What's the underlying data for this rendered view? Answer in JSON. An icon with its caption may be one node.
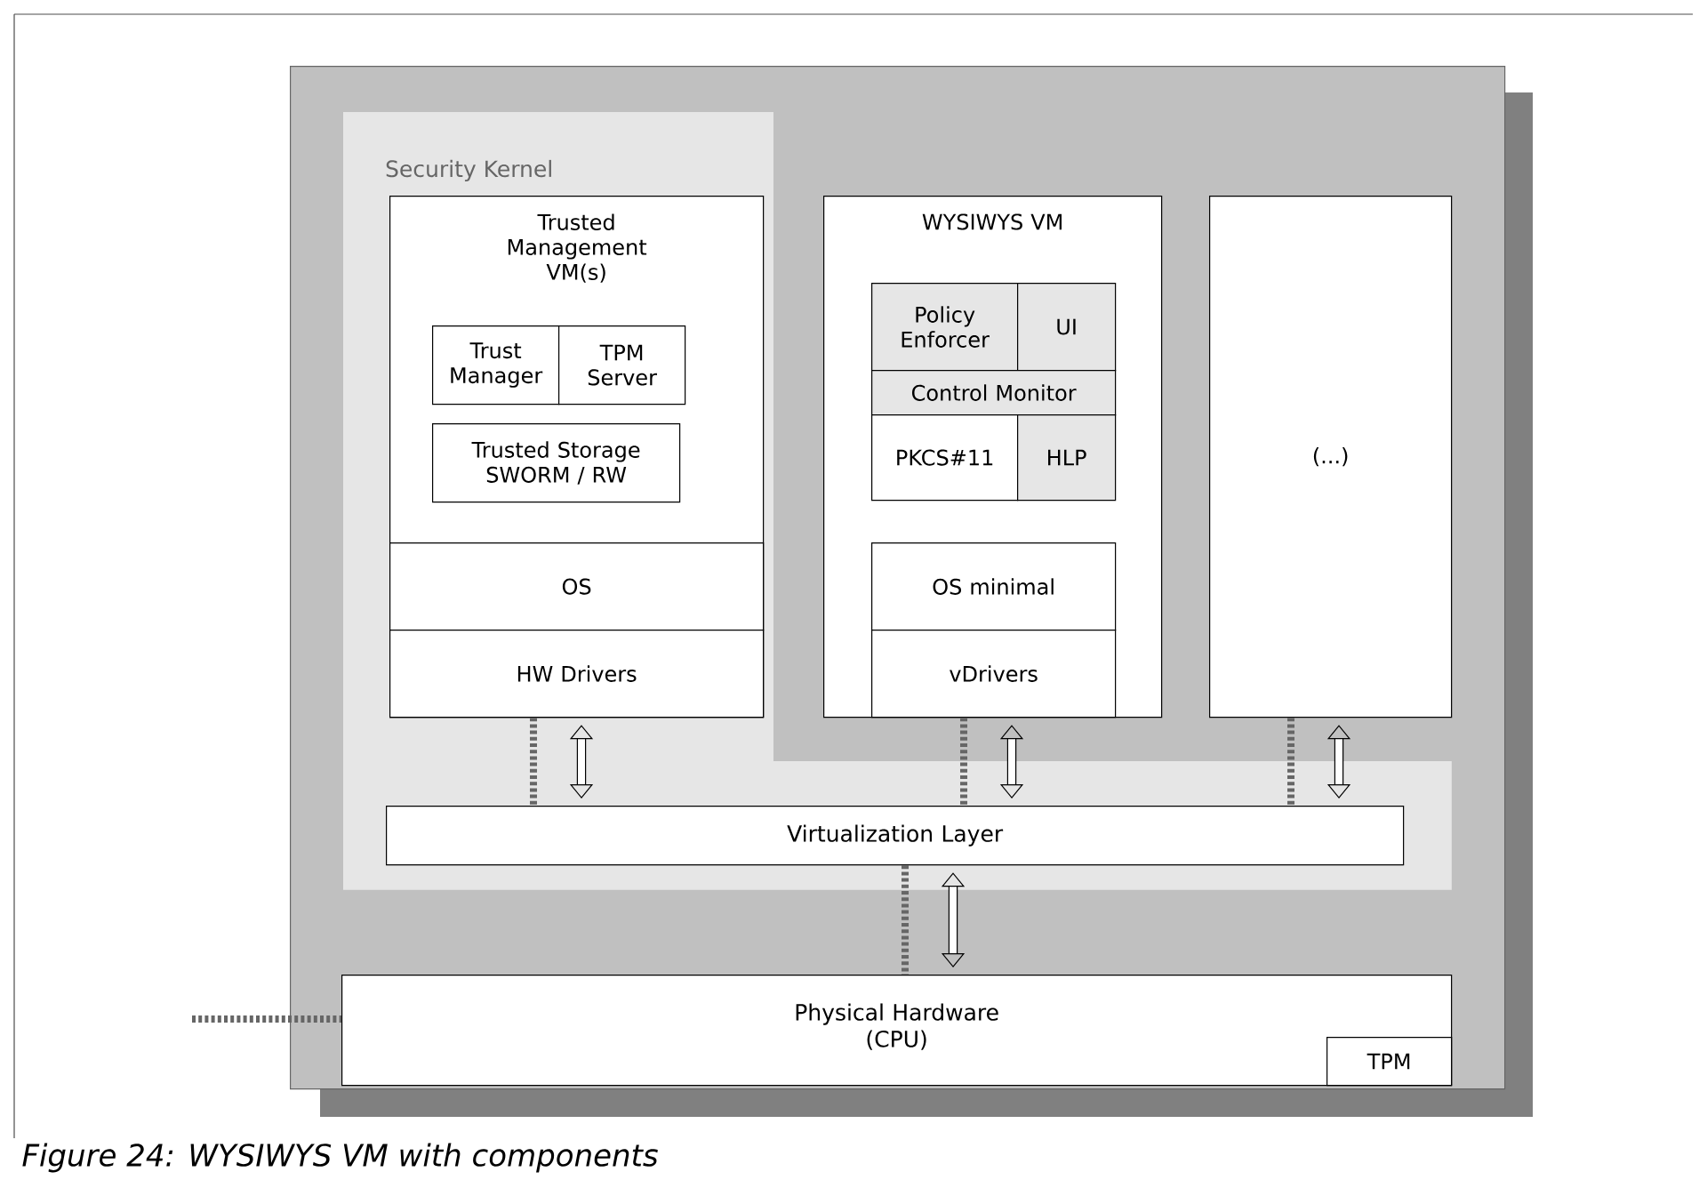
{
  "diagram": {
    "caption": "Figure 24: WYSIWYS VM with components",
    "nodes": [
      {
        "text": [],
        "shape": "box"
      },
      {
        "text": [
          "Security Kernel"
        ],
        "in": 0
      },
      {
        "text": [
          "Trusted Management VM(s)"
        ],
        "in": 1
      },
      {
        "text": [
          "Trust Manager"
        ],
        "in": 2
      },
      {
        "text": [
          "TPM Server"
        ],
        "in": 2
      },
      {
        "text": [
          "Trusted Storage SWORM / RW"
        ],
        "in": 2
      },
      {
        "text": [
          "OS"
        ],
        "in": 2
      },
      {
        "text": [
          "HW Drivers"
        ],
        "in": 2
      },
      {
        "text": [
          "WYSIWYS VM"
        ],
        "in": 0
      },
      {
        "text": [
          "Policy Enforcer"
        ],
        "in": 8
      },
      {
        "text": [
          "UI"
        ],
        "in": 8
      },
      {
        "text": [
          "Control Monitor"
        ],
        "in": 8
      },
      {
        "text": [
          "PKCS#11"
        ],
        "in": 8
      },
      {
        "text": [
          "HLP"
        ],
        "in": 8
      },
      {
        "text": [
          "OS minimal"
        ],
        "in": 8
      },
      {
        "text": [
          "vDrivers"
        ],
        "in": 8
      },
      {
        "text": [
          "(...)"
        ],
        "in": 0
      },
      {
        "text": [
          "Virtualization Layer"
        ],
        "in": 1
      },
      {
        "text": [
          "Physical Hardware",
          "(CPU)"
        ],
        "in": 0
      },
      {
        "text": [
          "TPM"
        ],
        "in": 18
      }
    ],
    "edges": [
      {
        "from": 7,
        "to": 17,
        "arrow": "both",
        "color": "#000000"
      },
      {
        "from": 7,
        "to": 17,
        "arrow": "none",
        "style": "dashed",
        "color": "#666666"
      },
      {
        "from": 15,
        "to": 17,
        "arrow": "both",
        "color": "#000000"
      },
      {
        "from": 15,
        "to": 17,
        "arrow": "none",
        "style": "dashed",
        "color": "#666666"
      },
      {
        "from": 16,
        "to": 17,
        "arrow": "both",
        "color": "#000000"
      },
      {
        "from": 16,
        "to": 17,
        "arrow": "none",
        "style": "dashed",
        "color": "#666666"
      },
      {
        "from": 17,
        "to": 18,
        "arrow": "both",
        "color": "#000000"
      },
      {
        "from": 17,
        "to": 18,
        "arrow": "none",
        "style": "dashed",
        "color": "#666666"
      },
      {
        "from": null,
        "to": 18,
        "arrow": "none",
        "style": "dashed",
        "color": "#666666"
      }
    ]
  }
}
